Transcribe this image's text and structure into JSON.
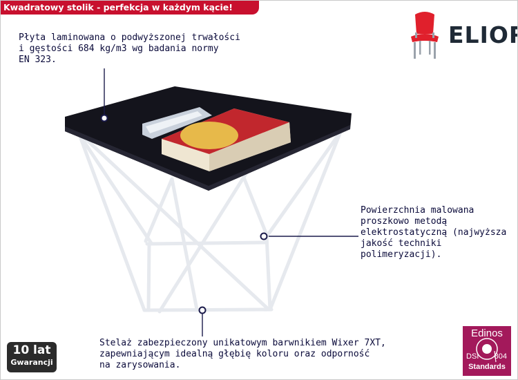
{
  "header": {
    "title": "Kwadratowy stolik - perfekcja w każdym kącie!"
  },
  "brand": {
    "name": "ELIOR",
    "icon": "chair-icon",
    "color": "#e0202c"
  },
  "annotations": {
    "top": {
      "lines": [
        "Płyta laminowana o podwyższonej trwałości",
        "i gęstości 684 kg/m3 wg badania normy",
        "EN 323."
      ]
    },
    "right": {
      "lines": [
        "Powierzchnia malowana",
        "proszkowo metodą",
        "elektrostatyczną (najwyższa",
        "jakość techniki",
        "polimeryzacji)."
      ]
    },
    "bottom": {
      "lines": [
        "Stelaż zabezpieczony unikatowym barwnikiem Wixer 7XT,",
        "zapewniającym idealną głębię koloru oraz odporność",
        "na zarysowania."
      ]
    }
  },
  "warranty": {
    "years": "10 lat",
    "label": "Gwarancji"
  },
  "certificate": {
    "name": "Edinos",
    "dsi": "DSI",
    "number": "804",
    "standards": "Standards",
    "color": "#a3195b"
  },
  "colors": {
    "accent": "#c8102e",
    "text": "#0a0a3a",
    "tabletop": "#14141c",
    "frame": "#e6e9ee",
    "annotation_line": "#1a1a4a"
  }
}
